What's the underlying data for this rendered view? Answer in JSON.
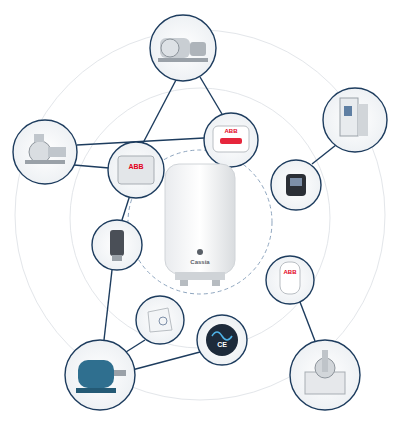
{
  "diagram": {
    "labels": [
      "ABB",
      "ABB",
      "Cassia",
      "ABB",
      "CE"
    ]
  }
}
